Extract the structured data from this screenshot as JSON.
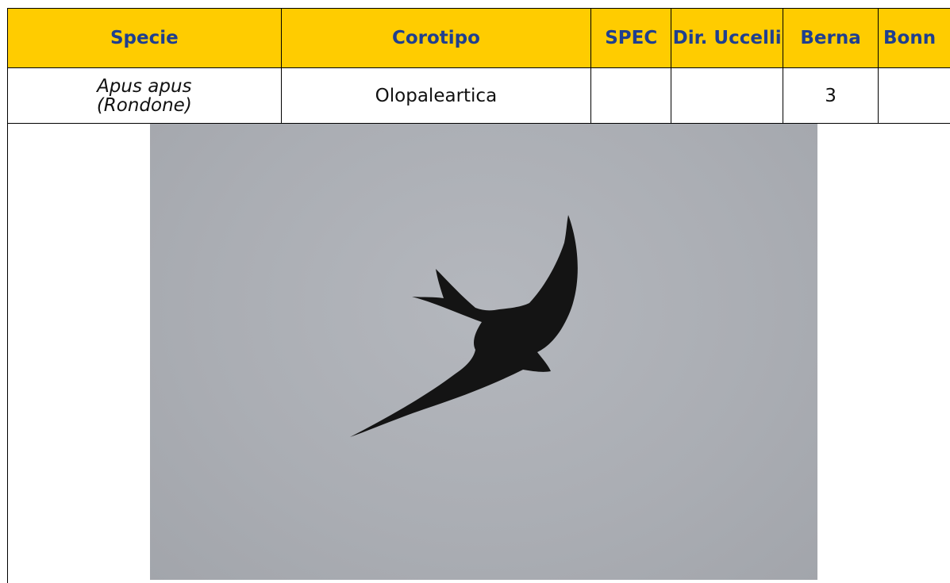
{
  "table": {
    "headers": {
      "specie": "Specie",
      "corotipo": "Corotipo",
      "spec": "SPEC",
      "dir_uccelli": "Dir. Uccelli",
      "berna": "Berna",
      "bonn": "Bonn"
    },
    "row": {
      "specie_line1": "Apus apus",
      "specie_line2": "(Rondone)",
      "corotipo": "Olopaleartica",
      "spec": "",
      "dir_uccelli": "",
      "berna": "3",
      "bonn": ""
    }
  },
  "colors": {
    "header_background": "#ffcc00",
    "header_text": "#1f3f8f",
    "photo_sky": "#aaadb3",
    "bird_silhouette": "#141414"
  },
  "photo": {
    "subject": "swift-silhouette"
  }
}
